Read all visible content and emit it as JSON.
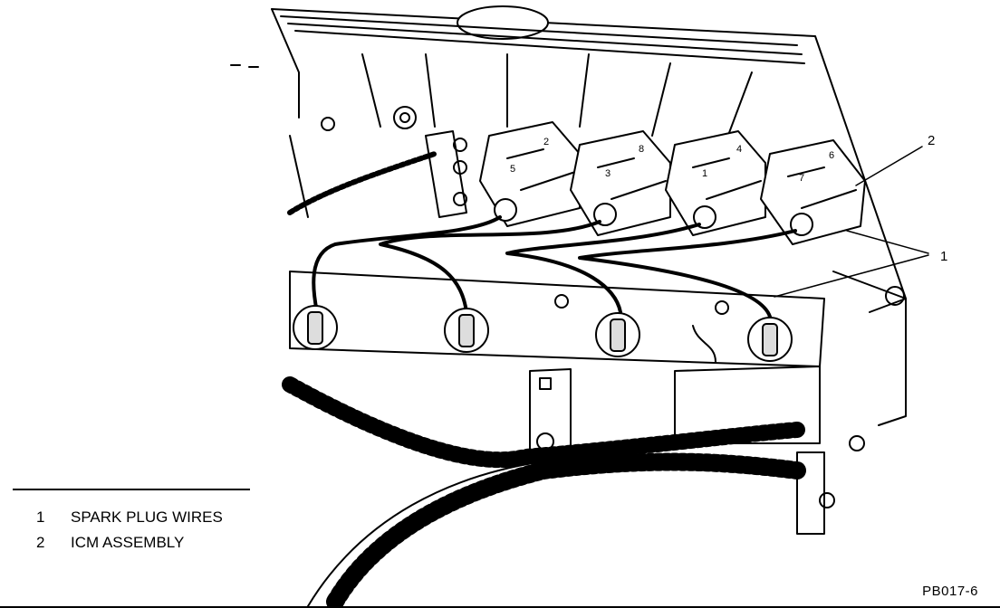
{
  "diagram": {
    "callouts": [
      {
        "id": "1"
      },
      {
        "id": "2"
      }
    ],
    "coil_numbers": [
      "2",
      "5",
      "8",
      "3",
      "1",
      "4",
      "7",
      "6"
    ],
    "legend": [
      {
        "number": "1",
        "label": "SPARK PLUG WIRES"
      },
      {
        "number": "2",
        "label": "ICM ASSEMBLY"
      }
    ],
    "figure_id": "PB017-6"
  }
}
